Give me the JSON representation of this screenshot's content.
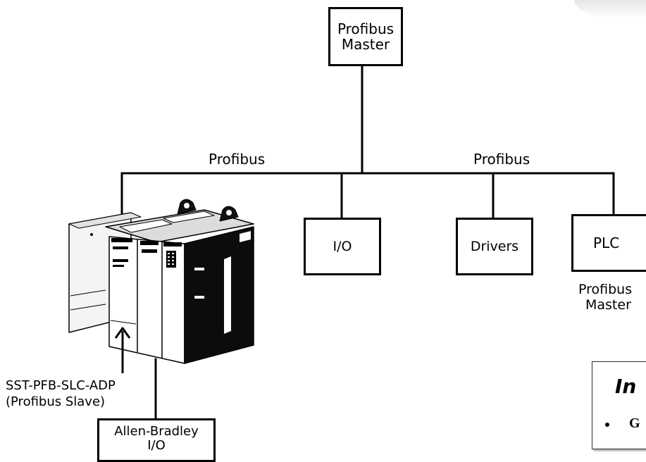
{
  "diagram": {
    "top_master": {
      "line1": "Profibus",
      "line2": "Master"
    },
    "bus_labels": {
      "left": "Profibus",
      "right": "Profibus"
    },
    "nodes": {
      "io": "I/O",
      "drivers": "Drivers",
      "plc": "PLC"
    },
    "plc_caption": {
      "line1": "Profibus",
      "line2": "Master"
    },
    "slave_caption": {
      "line1": "SST-PFB-SLC-ADP",
      "line2": "(Profibus Slave)"
    },
    "ab_io": {
      "line1": "Allen-Bradley",
      "line2": "I/O"
    },
    "info_panel": {
      "heading": "In",
      "bullet": "G"
    }
  }
}
